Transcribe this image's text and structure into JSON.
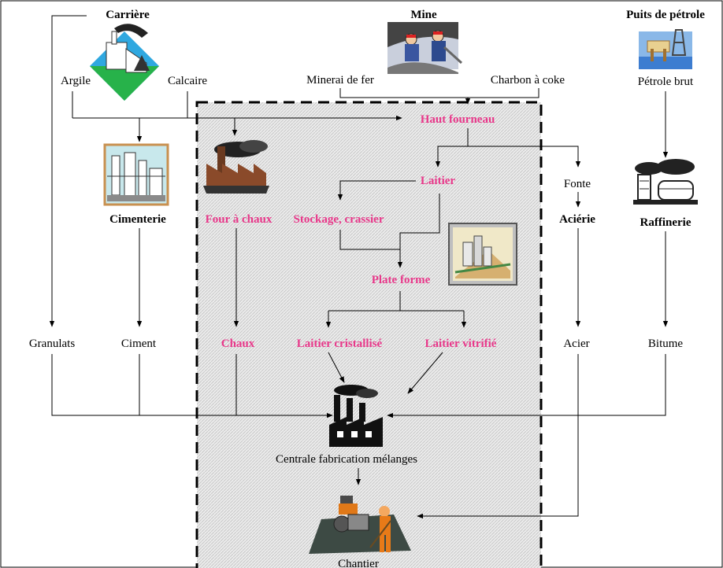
{
  "colors": {
    "accent_pink": "#e8388a",
    "frame": "#000000",
    "hatch_zone": "#e4e4e4",
    "line": "#000000"
  },
  "sources": {
    "quarry": {
      "title": "Carrière",
      "icon": "quarry-icon",
      "out_left": "Argile",
      "out_right": "Calcaire"
    },
    "mine": {
      "title": "Mine",
      "icon": "mine-icon",
      "out_left": "Minerai de fer",
      "out_right": "Charbon à coke"
    },
    "oil_well": {
      "title": "Puits de pétrole",
      "icon": "oil-rig-icon",
      "out": "Pétrole brut"
    }
  },
  "plants": {
    "blast_furnace": "Haut fourneau",
    "slag": "Laitier",
    "cast_iron": "Fonte",
    "steelworks": "Aciérie",
    "cement_plant": "Cimenterie",
    "lime_kiln": "Four à chaux",
    "stockpile": "Stockage, crassier",
    "platform": "Plate forme",
    "refinery": "Raffinerie"
  },
  "products": {
    "aggregates": "Granulats",
    "cement": "Ciment",
    "lime": "Chaux",
    "crystallized_slag": "Laitier cristallisé",
    "vitrified_slag": "Laitier vitrifié",
    "steel": "Acier",
    "bitumen": "Bitume"
  },
  "destinations": {
    "mixing_plant": "Centrale fabrication mélanges",
    "worksite": "Chantier"
  },
  "icons": [
    "quarry-icon",
    "mine-icon",
    "oil-rig-icon",
    "cement-plant-icon",
    "lime-kiln-icon",
    "refinery-icon",
    "stockpile-icon",
    "factory-icon",
    "road-roller-icon"
  ]
}
